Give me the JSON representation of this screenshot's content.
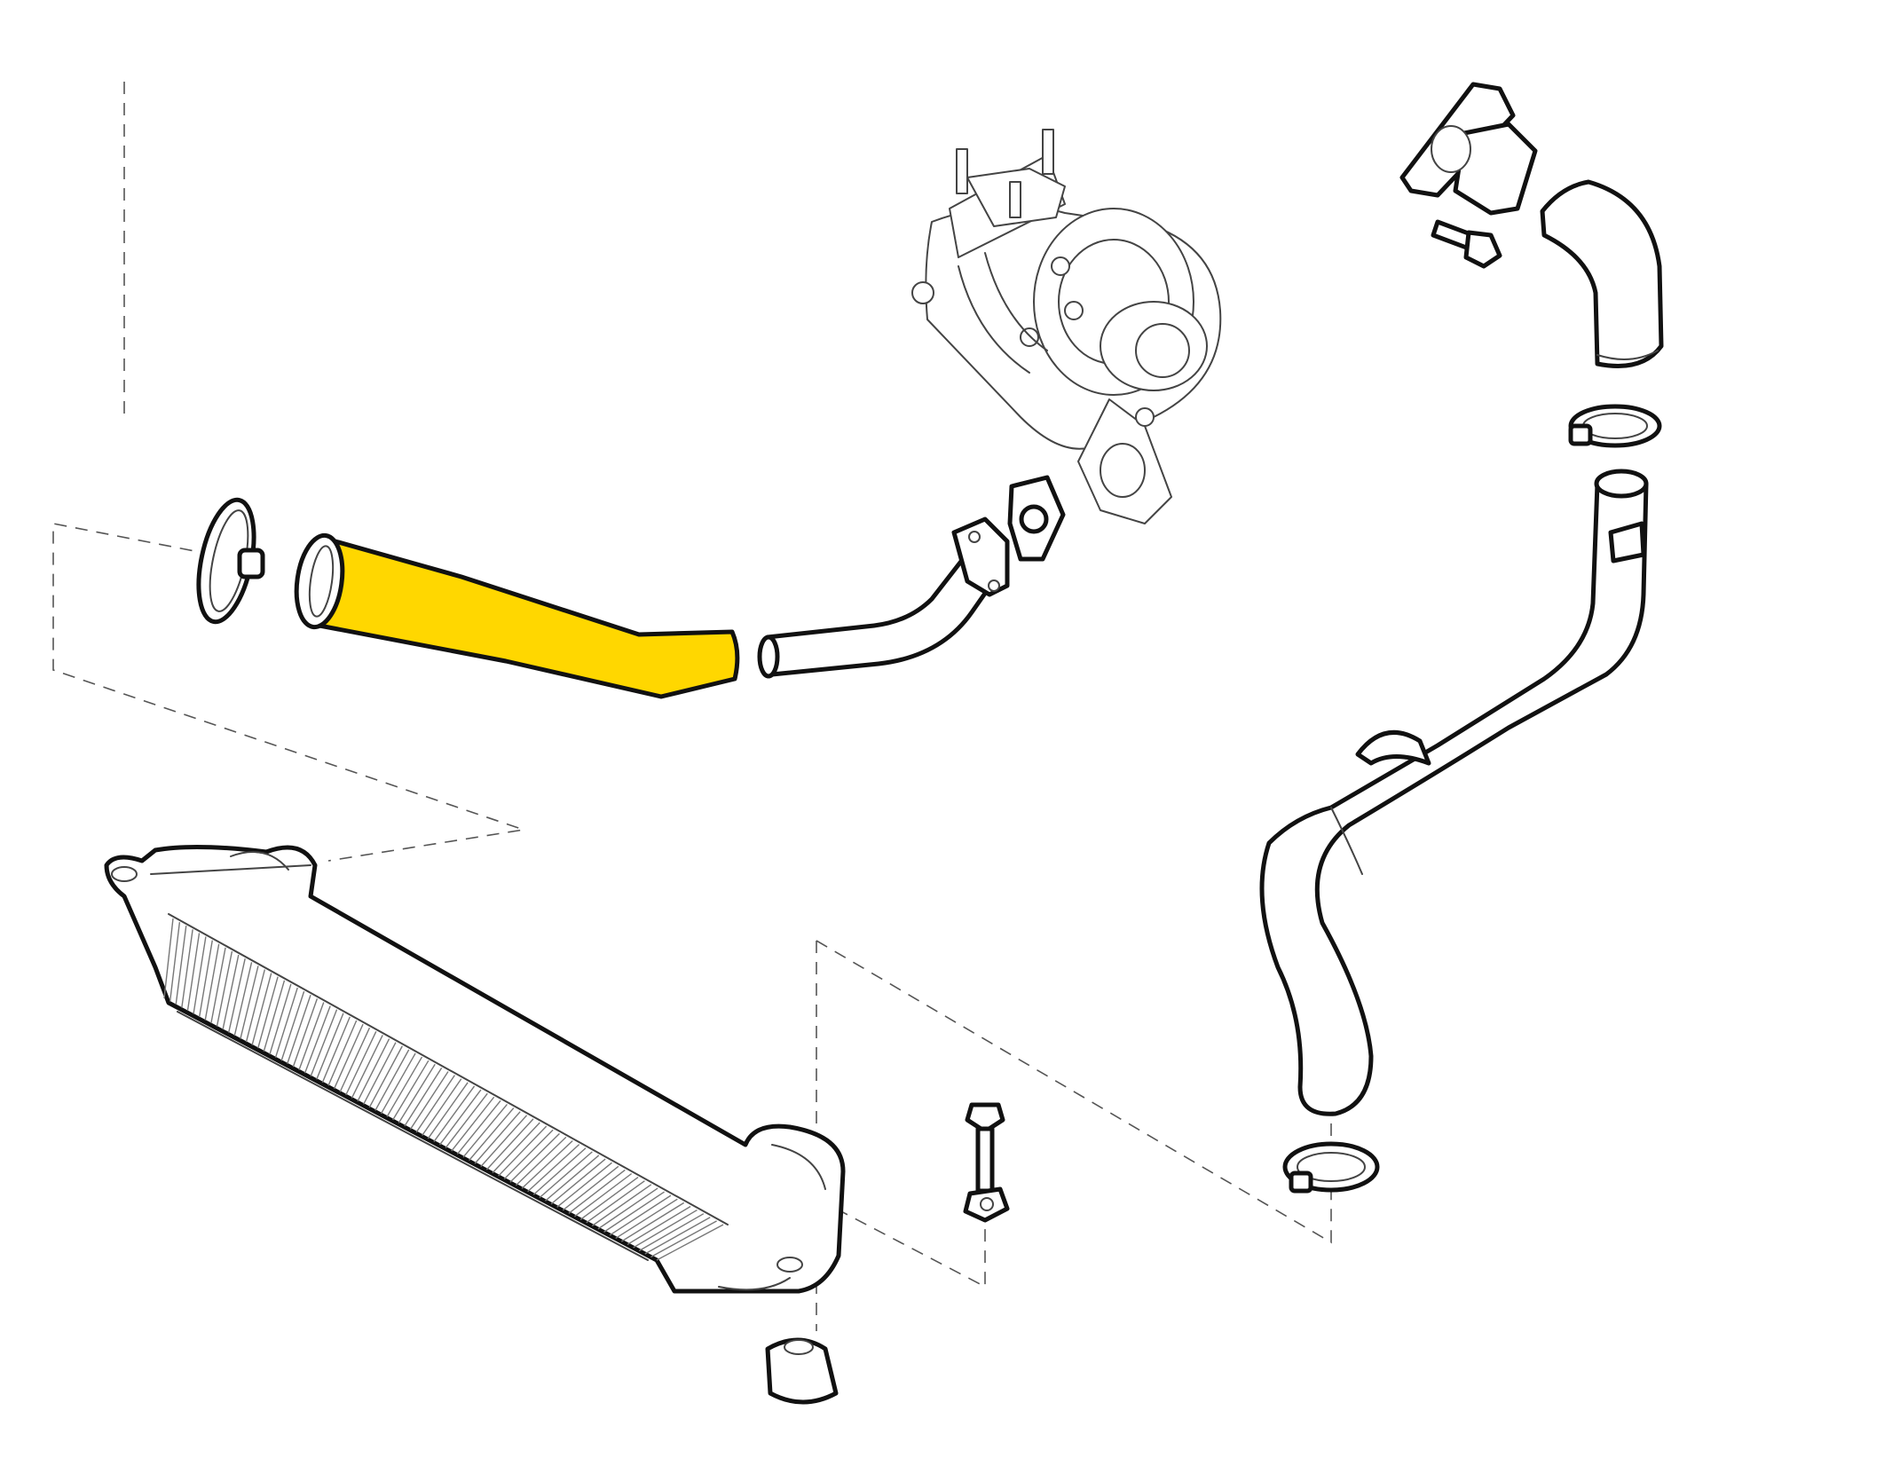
{
  "diagram": {
    "background": "#ffffff",
    "line_color": "#111111",
    "highlight_color": "#FFD700",
    "parts": [
      {
        "id": "turbocharger",
        "label": ""
      },
      {
        "id": "highlighted-intake-hose",
        "label": ""
      },
      {
        "id": "intercooler",
        "label": ""
      },
      {
        "id": "outlet-pipe",
        "label": ""
      }
    ]
  }
}
